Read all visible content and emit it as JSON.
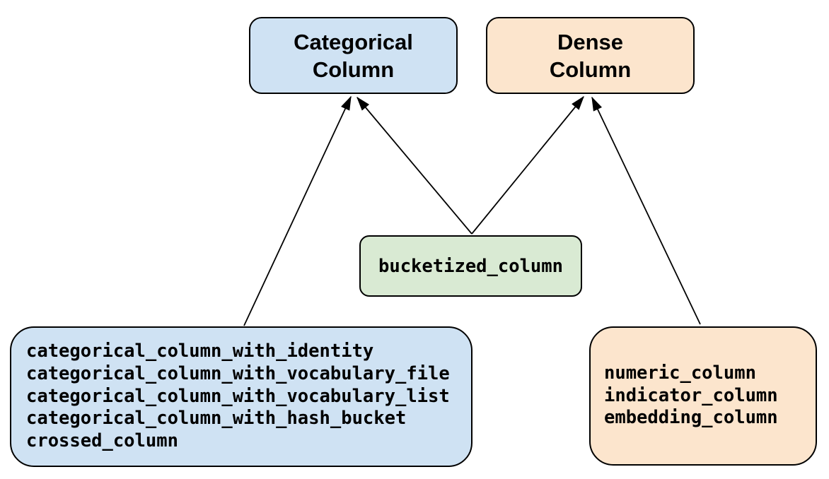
{
  "colors": {
    "light_blue_fill": "#cfe2f3",
    "peach_fill": "#fce5cd",
    "green_fill": "#d9ead3",
    "border": "#000000",
    "arrow": "#000000",
    "background": "#ffffff"
  },
  "nodes": {
    "categorical_header": {
      "label": "Categorical\nColumn"
    },
    "dense_header": {
      "label": "Dense\nColumn"
    },
    "bucketized": {
      "label": "bucketized_column"
    },
    "categorical_functions": {
      "items": [
        "categorical_column_with_identity",
        "categorical_column_with_vocabulary_file",
        "categorical_column_with_vocabulary_list",
        "categorical_column_with_hash_bucket",
        "crossed_column"
      ]
    },
    "dense_functions": {
      "items": [
        "numeric_column",
        "indicator_column",
        "embedding_column"
      ]
    }
  },
  "edges": [
    {
      "from": "categorical-functions-box",
      "to": "categorical-column-box"
    },
    {
      "from": "bucketized-column-box",
      "to": "categorical-column-box"
    },
    {
      "from": "bucketized-column-box",
      "to": "dense-column-box"
    },
    {
      "from": "dense-functions-box",
      "to": "dense-column-box"
    }
  ]
}
